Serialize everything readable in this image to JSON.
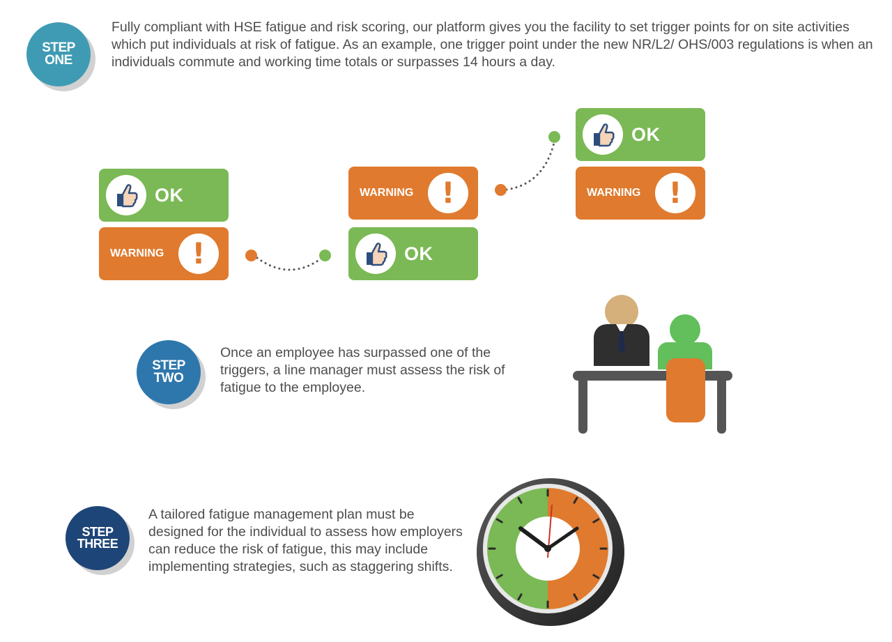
{
  "steps": [
    {
      "line1": "STEP",
      "line2": "ONE",
      "text": "Fully compliant with HSE fatigue and risk scoring, our platform gives you the facility to set trigger points for on site activities which put individuals at risk of fatigue.  As an example, one trigger point under the new NR/L2/ OHS/003 regulations is when an individuals commute and working time totals or surpasses 14 hours a day."
    },
    {
      "line1": "STEP",
      "line2": "TWO",
      "text": "Once an employee has surpassed one of the triggers, a line manager must assess the risk of fatigue to the employee."
    },
    {
      "line1": "STEP",
      "line2": "THREE",
      "text": "A tailored fatigue management plan must be designed for the individual to assess how employers can reduce the risk of fatigue, this may include implementing strategies, such as staggering shifts."
    }
  ],
  "cards": {
    "ok_label": "OK",
    "warning_label": "WARNING"
  },
  "colors": {
    "ok": "#7ab955",
    "warning": "#e07a2e",
    "step_one": "#3f9bb3",
    "step_two": "#2e77ad",
    "step_three": "#1e4577"
  },
  "icons": [
    "thumbs-up-icon",
    "exclamation-icon",
    "meeting-icon",
    "clock-icon"
  ]
}
